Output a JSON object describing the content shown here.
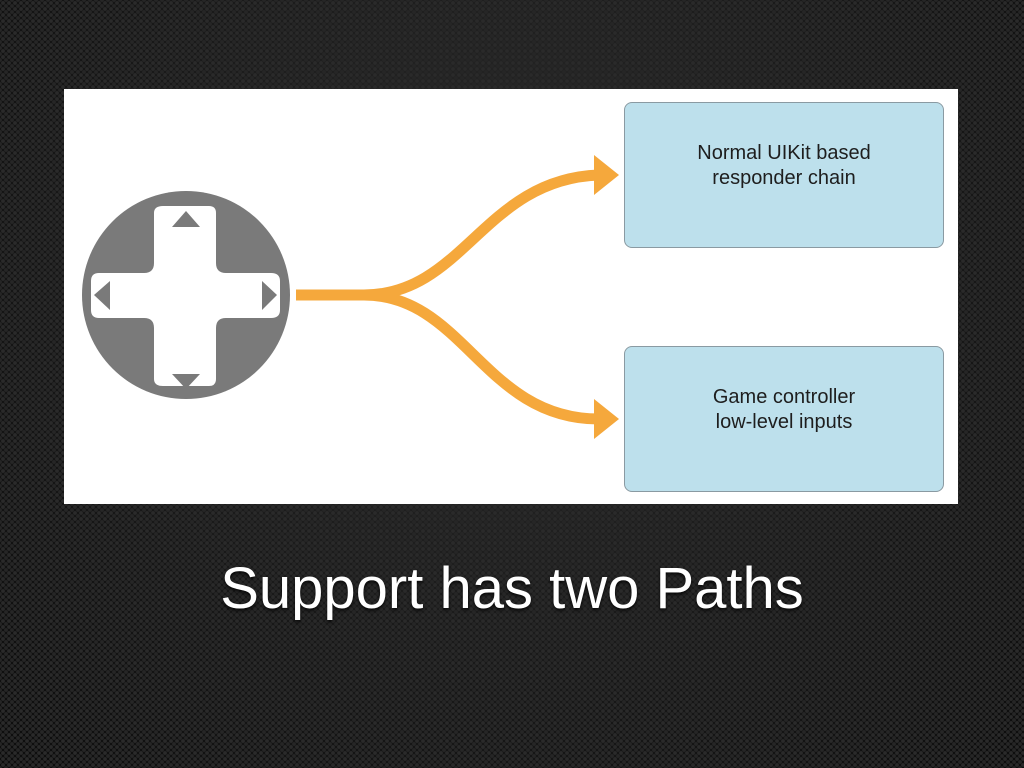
{
  "slide": {
    "title": "Support has two Paths"
  },
  "diagram": {
    "source_icon": "dpad-icon",
    "arrow_color": "#f5a83c",
    "box_color": "#bde0ec",
    "top_box": {
      "line1": "Normal UIKit based",
      "line2": "responder chain"
    },
    "bottom_box": {
      "line1": "Game controller",
      "line2": "low-level inputs"
    }
  }
}
